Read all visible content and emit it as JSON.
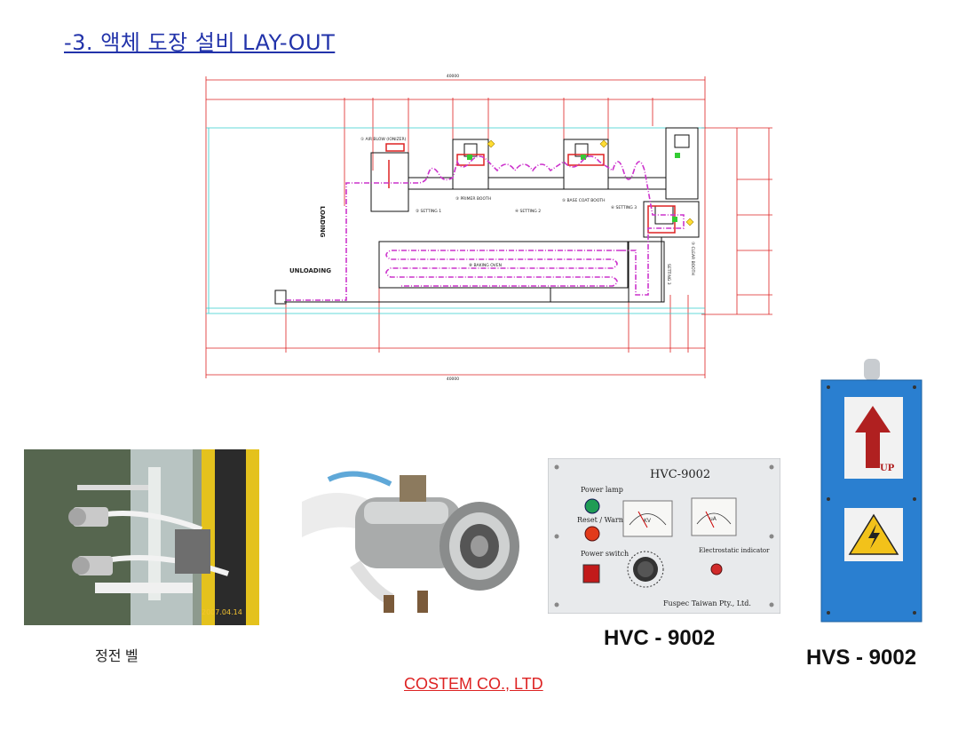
{
  "title": "-3. 액체 도장 설비 LAY-OUT",
  "layout": {
    "loading": "LOADING",
    "unloading": "UNLOADING",
    "air_blow": "① AIR BLOW (IONIZER)",
    "setting1": "② SETTING 1",
    "primer_booth": "③ PRIMER BOOTH",
    "setting2": "④ SETTING 2",
    "base_coat_booth": "⑤ BASE COAT BOOTH",
    "setting3": "⑥ SETTING 3",
    "clear_booth": "⑦ CLEAR BOOTH",
    "baking_oven": "⑧ BAKING OVEN",
    "setting3b": "SETTING 3",
    "dim_top_total": "40000",
    "dim_bottom_total": "40000"
  },
  "equipment": {
    "photo_stamp": "2007.04.14",
    "hvc_panel": {
      "model": "HVC-9002",
      "power_lamp": "Power lamp",
      "reset_warning": "Reset / Warning",
      "power_switch": "Power switch",
      "electrostatic": "Electrostatic indicator",
      "brand": "Fuspec Taiwan Pty., Ltd.",
      "kv": "KV",
      "ua": "uA"
    },
    "hvs_up": "UP"
  },
  "captions": {
    "bell": "정전 벨",
    "hvc": "HVC - 9002",
    "hvs": "HVS - 9002"
  },
  "footer": "COSTEM CO., LTD",
  "colors": {
    "title": "#2233aa",
    "footer": "#dd2222",
    "conveyor": "#cc33cc",
    "dimension": "#dd2222",
    "hvs_body": "#2a7fd0"
  }
}
